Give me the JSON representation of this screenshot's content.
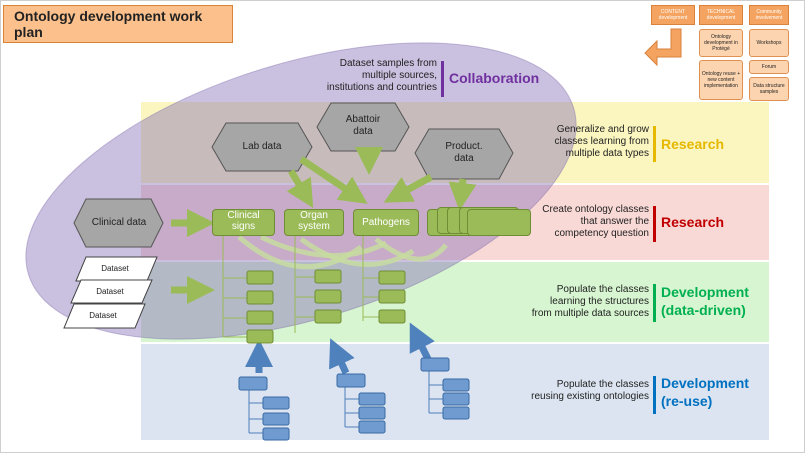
{
  "title": "Ontology development work plan",
  "legend": {
    "headers": [
      "CONTENT development",
      "TECHNICAL development",
      "Community involvement"
    ],
    "technical_cells": [
      "Ontology development in Protégé",
      "Ontology reuse + new content implementation"
    ],
    "community_cells": [
      "Workshops",
      "Forum",
      "Data structure samples"
    ]
  },
  "collaboration": {
    "desc": [
      "Dataset samples from",
      "multiple sources,",
      "institutions and countries"
    ],
    "label": "Collaboration"
  },
  "bands": [
    {
      "desc": [
        "Generalize and grow",
        "classes learning from",
        "multiple data types"
      ],
      "label": [
        "Research"
      ],
      "color": "#e6b800",
      "bg": "#fbf6c0"
    },
    {
      "desc": [
        "Create ontology classes",
        "that answer the",
        "competency question"
      ],
      "label": [
        "Research"
      ],
      "color": "#c00000",
      "bg": "#f9d9d6"
    },
    {
      "desc": [
        "Populate the classes",
        "learning the structures",
        "from multiple data sources"
      ],
      "label": [
        "Development",
        "(data-driven)"
      ],
      "color": "#00b050",
      "bg": "#d6f5d0"
    },
    {
      "desc": [
        "Populate the classes",
        "reusing existing ontologies"
      ],
      "label": [
        "Development",
        "(re-use)"
      ],
      "color": "#0070c0",
      "bg": "#dbe4f0"
    }
  ],
  "sources": {
    "lab": "Lab data",
    "abattoir": [
      "Abattoir",
      "data"
    ],
    "product": [
      "Product.",
      "data"
    ],
    "clinical": "Clinical data",
    "datasets": [
      "Dataset",
      "Dataset",
      "Dataset"
    ]
  },
  "classes": {
    "clinical": [
      "Clinical",
      "signs"
    ],
    "organ": [
      "Organ",
      "system"
    ],
    "pathogens": "Pathogens"
  },
  "colors": {
    "collab_ellipse": "#8a73b8",
    "class_green": "#9bbb59",
    "reuse_blue": "#4f81bd",
    "hex_grey": "#a6a6a6",
    "title_orange": "#fbc08b"
  }
}
